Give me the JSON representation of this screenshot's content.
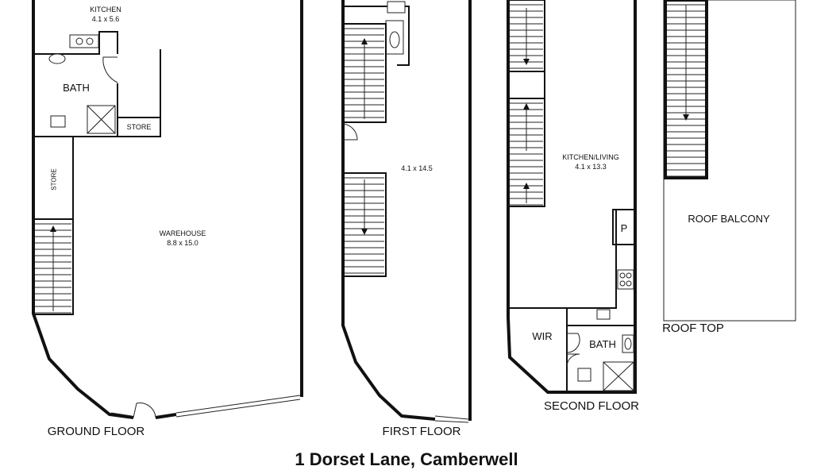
{
  "floors": {
    "ground": {
      "title": "GROUND FLOOR",
      "kitchen": {
        "name": "KITCHEN",
        "size": "4.1 x 5.6"
      },
      "bath": "BATH",
      "store_small": "STORE",
      "store_side": "STORE",
      "warehouse": {
        "name": "WAREHOUSE",
        "size": "8.8 x 15.0"
      }
    },
    "first": {
      "title": "FIRST FLOOR",
      "room_size": "4.1 x 14.5"
    },
    "second": {
      "title": "SECOND FLOOR",
      "living": {
        "name": "KITCHEN/LIVING",
        "size": "4.1 x 13.3"
      },
      "pantry": "P",
      "wir": "WIR",
      "bath": "BATH"
    },
    "roof": {
      "title": "ROOF TOP",
      "balcony": "ROOF BALCONY"
    }
  },
  "address": "1 Dorset Lane, Camberwell"
}
